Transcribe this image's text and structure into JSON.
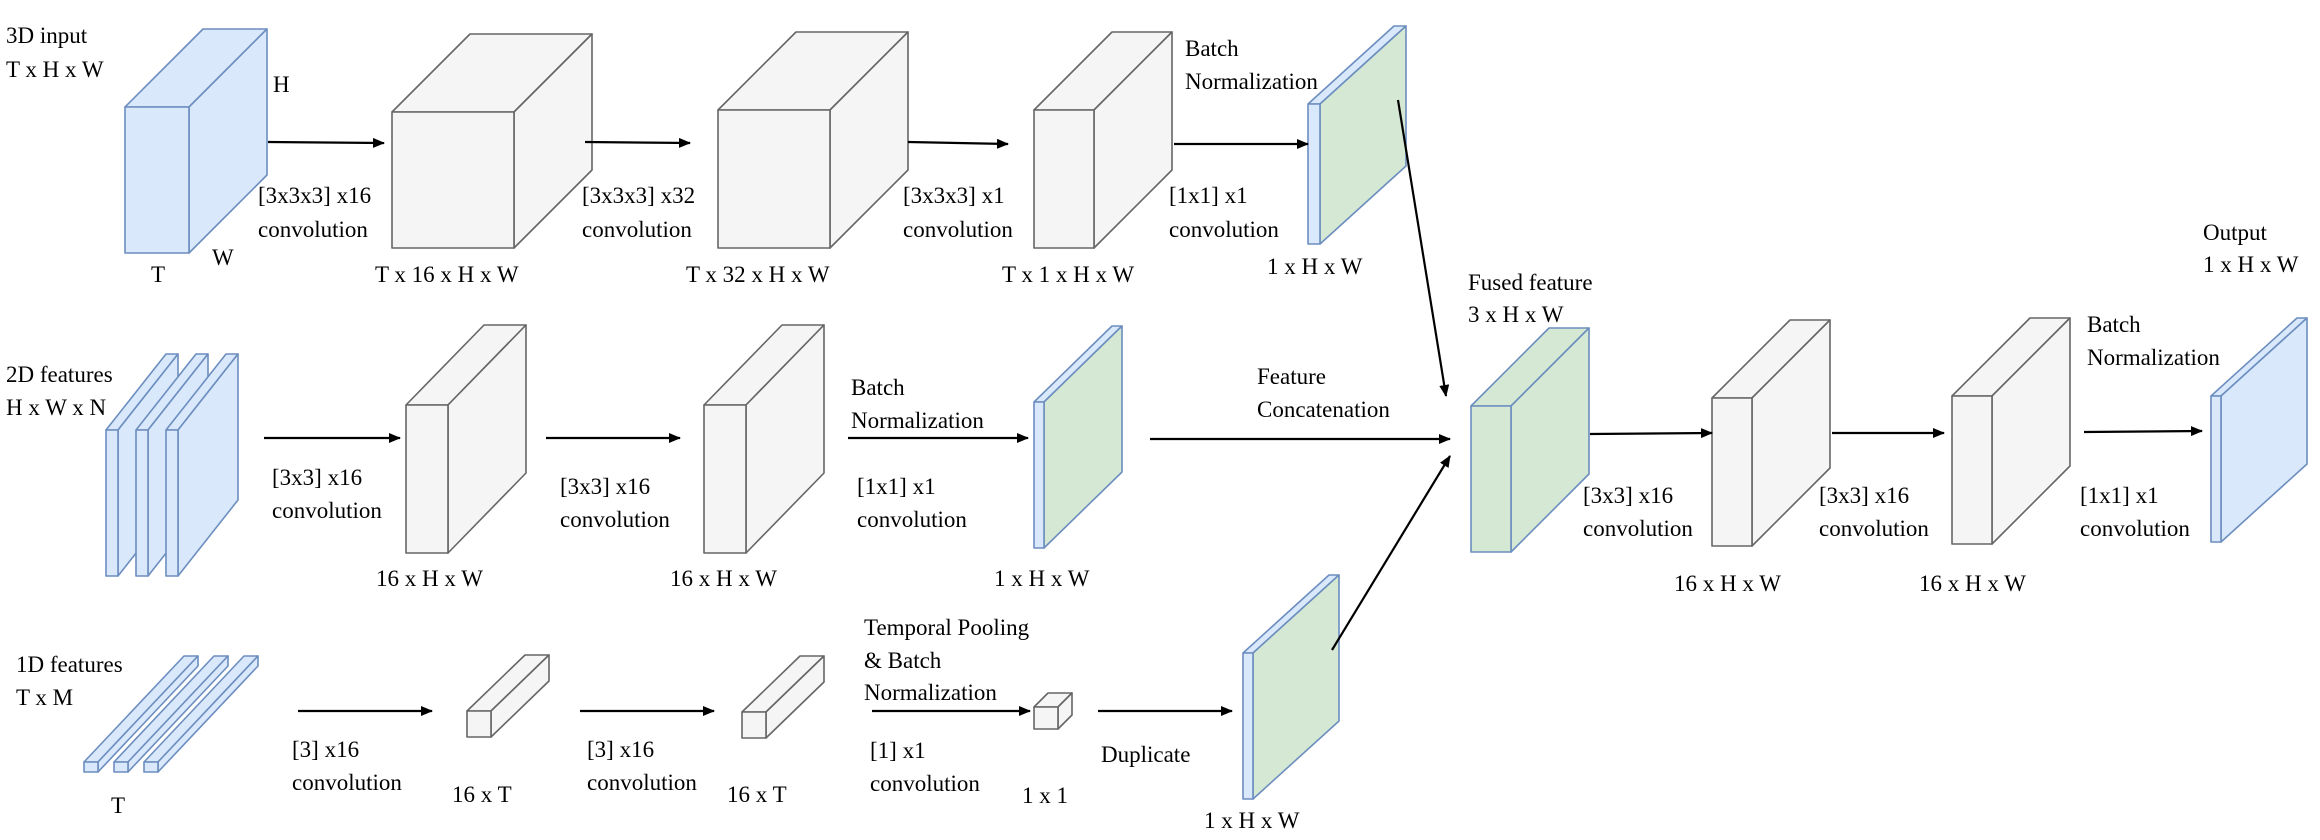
{
  "colors": {
    "input_face": "#dae8fc",
    "input_stroke": "#6c8ebf",
    "output_face": "#d5e8d4",
    "block_face": "#f5f5f5",
    "block_stroke": "#666666",
    "arrow": "#000000"
  },
  "branch_3d": {
    "input_label_1": "3D input",
    "input_label_2": "T x H x W",
    "dim_h": "H",
    "dim_w": "W",
    "dim_t": "T",
    "conv1_1": "[3x3x3] x16",
    "conv1_2": "convolution",
    "shape1": "T x 16 x H x W",
    "conv2_1": "[3x3x3] x32",
    "conv2_2": "convolution",
    "shape2": "T x 32 x H x W",
    "conv3_1": "[3x3x3] x1",
    "conv3_2": "convolution",
    "shape3": "T x 1 x H x W",
    "bn_1": "Batch",
    "bn_2": "Normalization",
    "conv4_1": "[1x1] x1",
    "conv4_2": "convolution",
    "shape4": "1 x H x W"
  },
  "branch_2d": {
    "input_label_1": "2D features",
    "input_label_2": "H x W x N",
    "conv1_1": "[3x3] x16",
    "conv1_2": "convolution",
    "shape1": "16 x H x W",
    "conv2_1": "[3x3] x16",
    "conv2_2": "convolution",
    "shape2": "16 x H x W",
    "bn_1": "Batch",
    "bn_2": "Normalization",
    "conv3_1": "[1x1] x1",
    "conv3_2": "convolution",
    "shape3": "1 x H x W",
    "concat_1": "Feature",
    "concat_2": "Concatenation"
  },
  "branch_1d": {
    "input_label_1": "1D features",
    "input_label_2": "T x M",
    "dim_t": "T",
    "conv1_1": "[3] x16",
    "conv1_2": "convolution",
    "shape1": "16 x T",
    "conv2_1": "[3] x16",
    "conv2_2": "convolution",
    "shape2": "16 x T",
    "pool_1": "Temporal Pooling",
    "pool_2": "& Batch",
    "pool_3": "Normalization",
    "conv3_1": "[1] x1",
    "conv3_2": "convolution",
    "shape3": "1 x 1",
    "duplicate": "Duplicate",
    "shape4": "1 x H x W"
  },
  "fusion": {
    "fused_1": "Fused feature",
    "fused_2": "3 x H x W",
    "conv1_1": "[3x3] x16",
    "conv1_2": "convolution",
    "shape1": "16 x H x W",
    "conv2_1": "[3x3] x16",
    "conv2_2": "convolution",
    "shape2": "16 x H x W",
    "bn_1": "Batch",
    "bn_2": "Normalization",
    "conv3_1": "[1x1] x1",
    "conv3_2": "convolution",
    "output_1": "Output",
    "output_2": "1 x H x W"
  }
}
